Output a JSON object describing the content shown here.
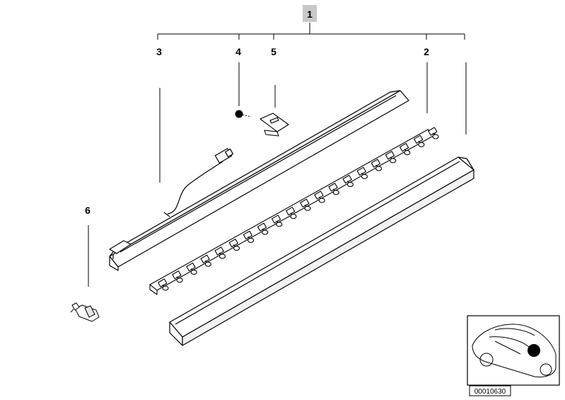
{
  "callouts": {
    "assembly": "1",
    "cover": "2",
    "housing": "3",
    "screw": "4",
    "clip": "5",
    "bulb": "6"
  },
  "reference_number": "00010630",
  "colors": {
    "line": "#000000",
    "callout_box": "#c8c8c8",
    "fill": "#ffffff",
    "shade": "#e6e6e6"
  }
}
